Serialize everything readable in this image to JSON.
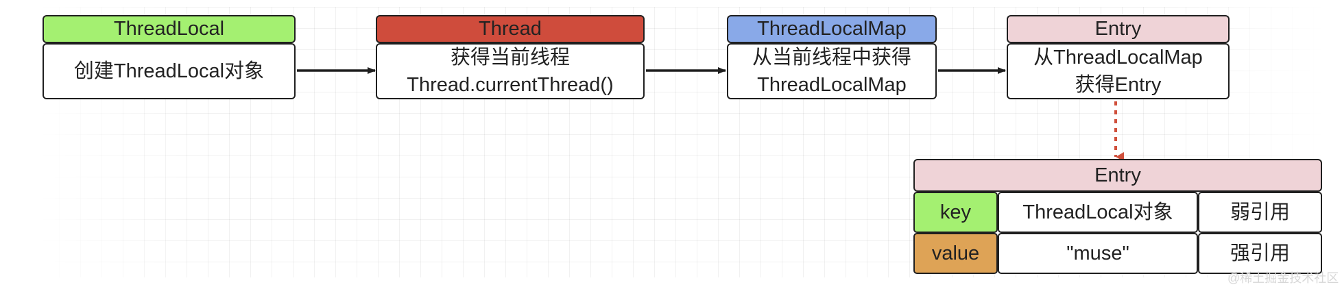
{
  "colors": {
    "threadlocal": "#a4f071",
    "thread": "#cf4c3c",
    "threadlocalmap": "#89a9e8",
    "entry": "#efd3d7",
    "key": "#a4f071",
    "value": "#dea356",
    "dashed_arrow": "#d0503c"
  },
  "steps": [
    {
      "title": "ThreadLocal",
      "lines": [
        "创建ThreadLocal对象"
      ]
    },
    {
      "title": "Thread",
      "lines": [
        "获得当前线程",
        "Thread.currentThread()"
      ]
    },
    {
      "title": "ThreadLocalMap",
      "lines": [
        "从当前线程中获得",
        "ThreadLocalMap"
      ]
    },
    {
      "title": "Entry",
      "lines": [
        "从ThreadLocalMap",
        "获得Entry"
      ]
    }
  ],
  "entry_table": {
    "title": "Entry",
    "rows": [
      {
        "label": "key",
        "value": "ThreadLocal对象",
        "ref": "弱引用"
      },
      {
        "label": "value",
        "value": "\"muse\"",
        "ref": "强引用"
      }
    ]
  },
  "watermark": "@稀土掘金技术社区"
}
